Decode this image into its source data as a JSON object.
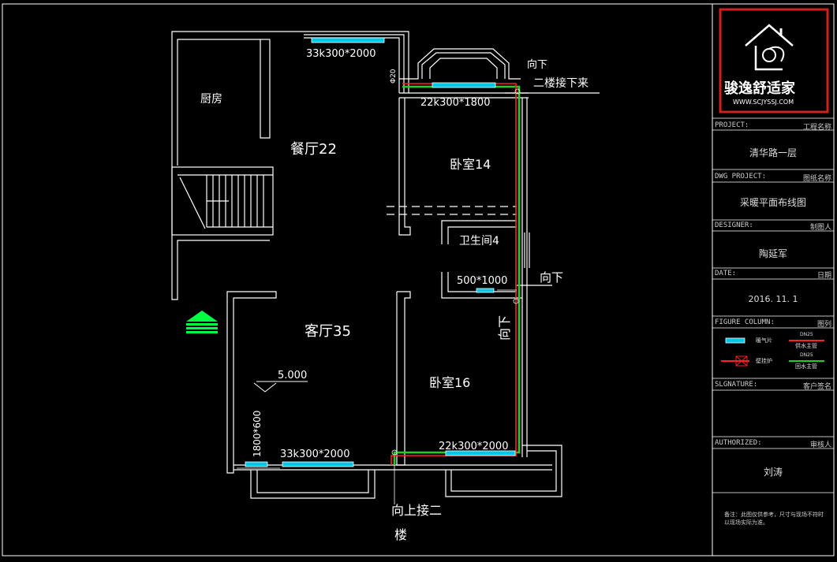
{
  "drawing": {
    "rooms": {
      "kitchen": "厨房",
      "dining": "餐厅22",
      "bedroom1": "卧室14",
      "bathroom": "卫生间4",
      "living": "客厅35",
      "bedroom2": "卧室16"
    },
    "radiators": {
      "top_dining": "33k300*2000",
      "top_bedroom": "22k300*1800",
      "bath": "500*1000",
      "bottom_living": "33k300*2000",
      "bottom_bedroom": "22k300*2000",
      "left_vertical": "1800*600"
    },
    "pipe_notes": {
      "down_top": "向下",
      "from_second_floor": "二楼接下来",
      "down_bath": "向下",
      "down_vertical": "向下",
      "up_to_second_line1": "向上接二",
      "up_to_second_line2": "楼",
      "d20": "Φ20"
    },
    "level_mark": "5.000"
  },
  "title_block": {
    "brand_name": "骏逸舒适家",
    "brand_url": "WWW.SCJYSSJ.COM",
    "project_label_en": "PROJECT:",
    "project_label_zh": "工程名称",
    "project_value": "清华路一层",
    "dwg_label_en": "DWG PROJECT:",
    "dwg_label_zh": "图纸名称",
    "dwg_value": "采暖平面布线图",
    "designer_label_en": "DESIGNER:",
    "designer_label_zh": "制图人",
    "designer_value": "陶延军",
    "date_label_en": "DATE:",
    "date_label_zh": "日期",
    "date_value": "2016. 11. 1",
    "figure_label_en": "FIGURE COLUMN:",
    "figure_label_zh": "图列",
    "legend": {
      "radiator": "暖气片",
      "supply_label": "DN25",
      "supply": "供水主管",
      "boiler": "壁挂炉",
      "return_label": "DN25",
      "return": "回水主管"
    },
    "signature_label_en": "SLGNATURE:",
    "signature_label_zh": "客户签名",
    "signature_value": "",
    "authorized_label_en": "AUTHORIZED:",
    "authorized_label_zh": "审核人",
    "authorized_value": "刘涛",
    "note": "备注：此图仅供参考，尺寸与现场不符时以现场实际为准。"
  },
  "colors": {
    "wall": "#ffffff",
    "radiator": "#00c8e6",
    "supply_pipe": "#ff2020",
    "return_pipe": "#20d020",
    "logo": "#d02020",
    "entrance": "#00ff40"
  }
}
